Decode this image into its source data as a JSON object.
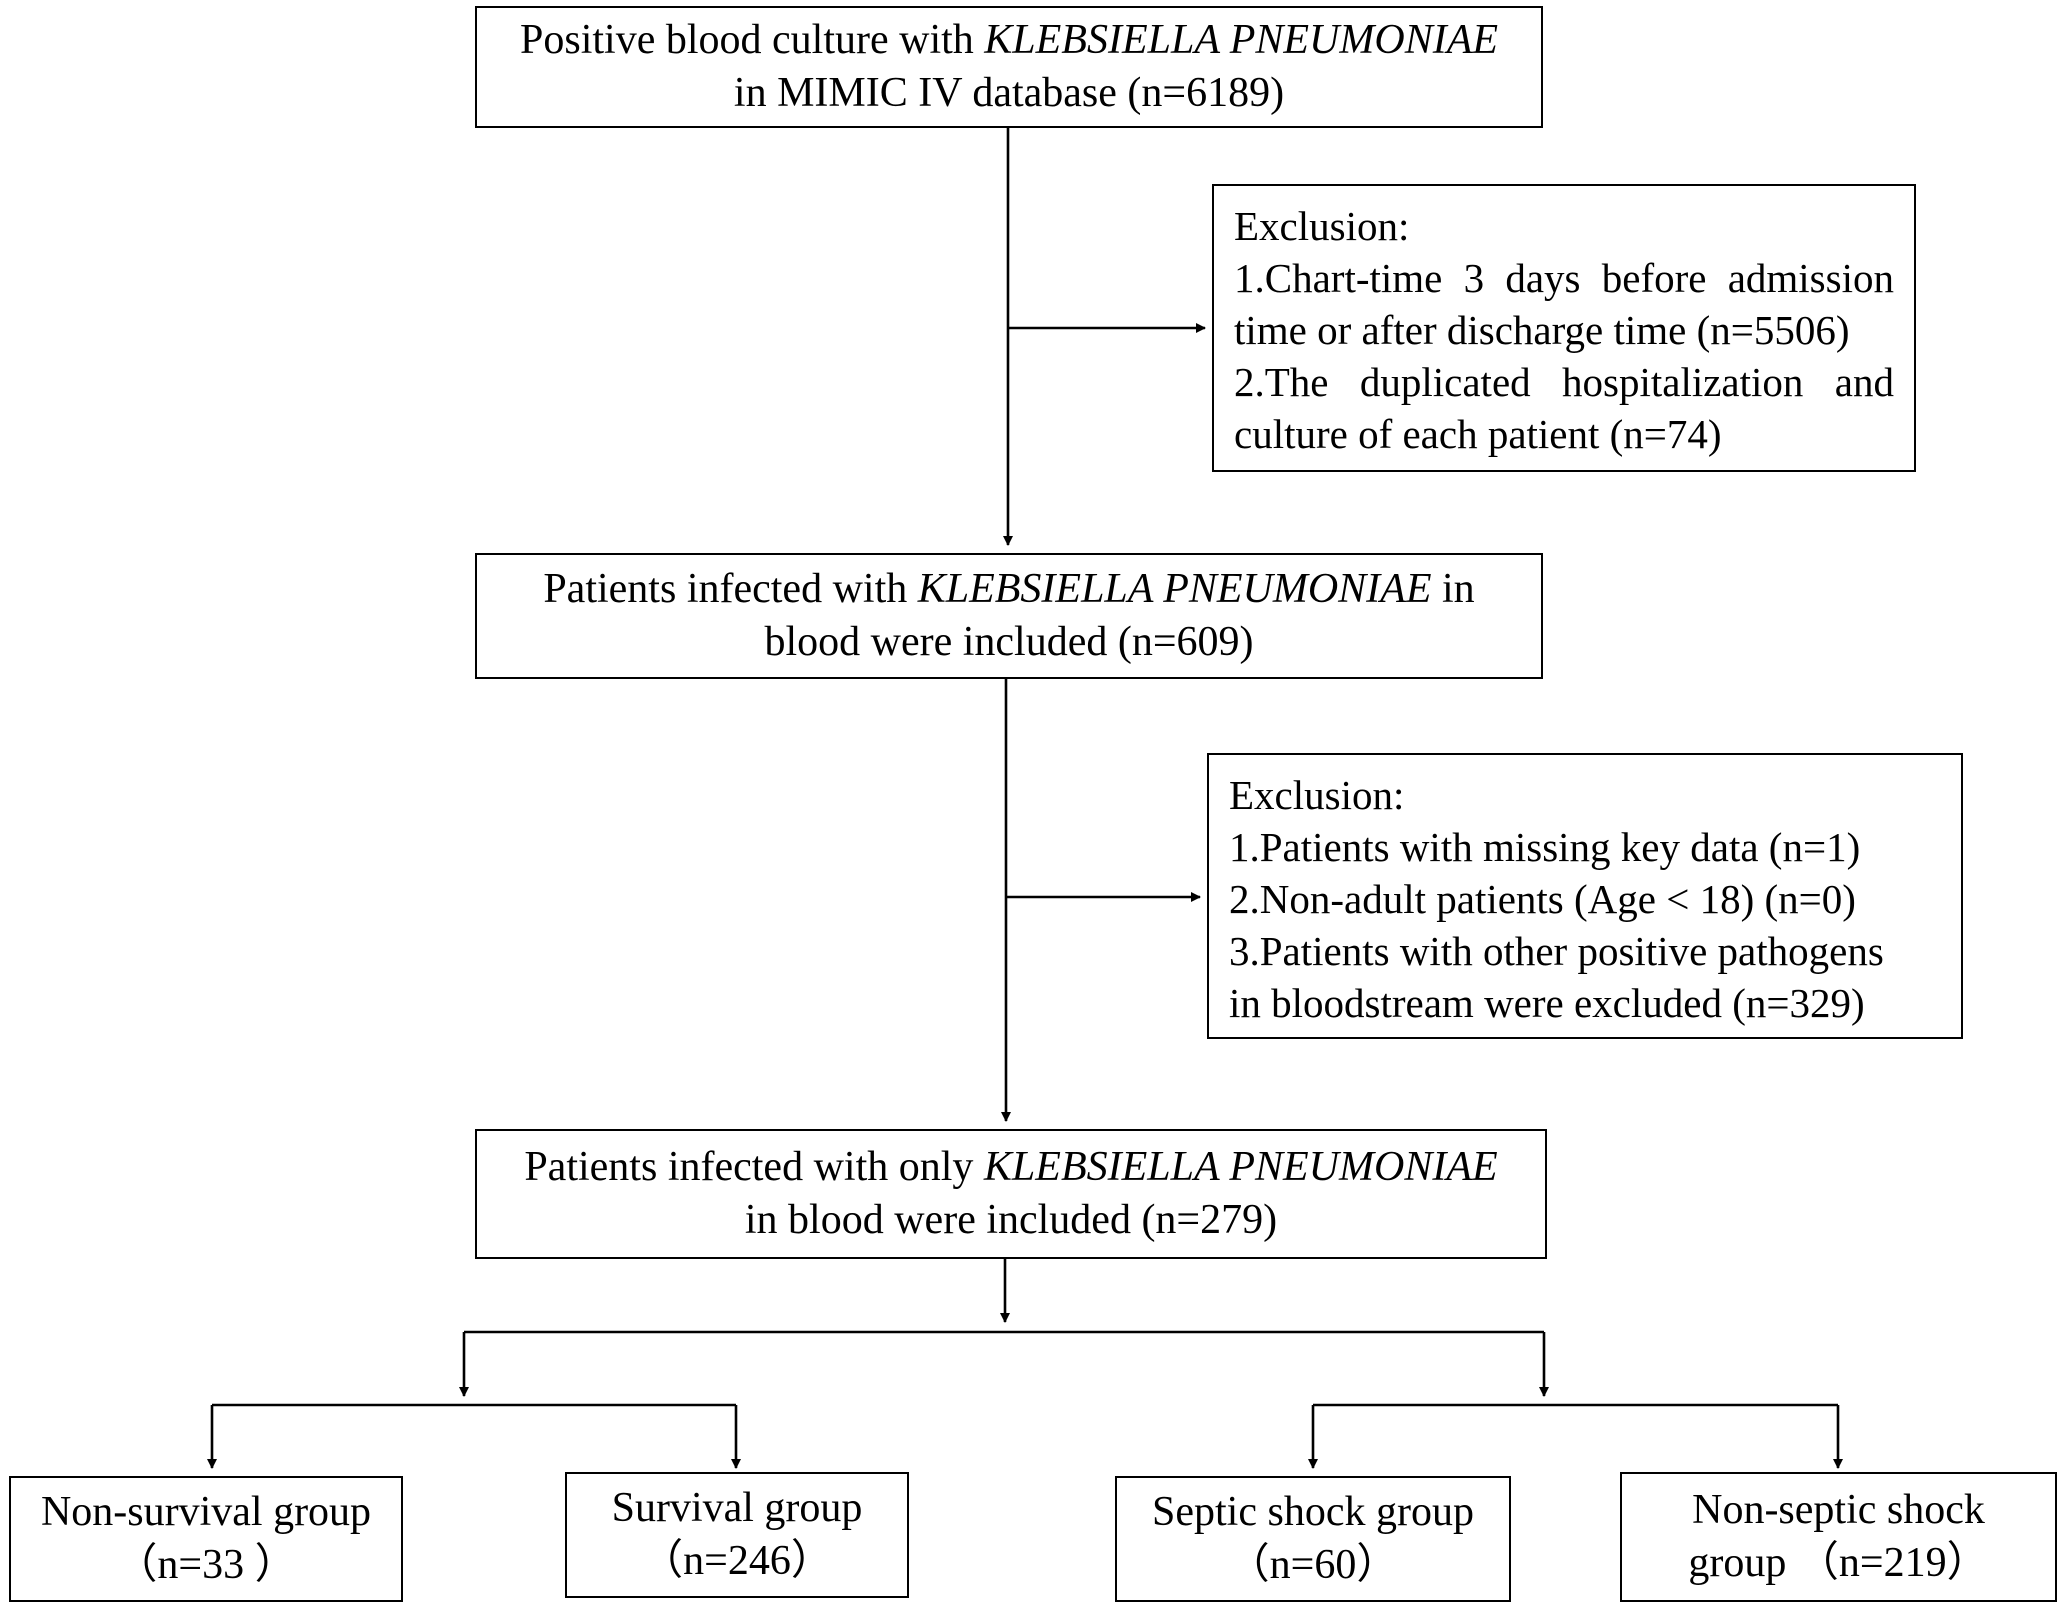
{
  "nodes": {
    "start": {
      "l1a": "Positive blood culture with ",
      "l1b": "KLEBSIELLA PNEUMONIAE",
      "l2": "in MIMIC IV database (n=6189)"
    },
    "excl1": {
      "title": "Exclusion:",
      "items": [
        "1.Chart-time 3 days before admission",
        "time or after discharge time (n=5506)",
        "2.The duplicated hospitalization and",
        "culture of each patient (n=74)"
      ]
    },
    "included1": {
      "l1a": "Patients infected with ",
      "l1b": "KLEBSIELLA PNEUMONIAE",
      "l1c": " in",
      "l2": "blood were included (n=609)"
    },
    "excl2": {
      "title": "Exclusion:",
      "items": [
        "1.Patients with missing key data (n=1)",
        "2.Non-adult patients (Age < 18) (n=0)",
        "3.Patients with other positive pathogens",
        "in bloodstream were excluded (n=329)"
      ]
    },
    "included2": {
      "l1a": "Patients infected with only ",
      "l1b": "KLEBSIELLA PNEUMONIAE",
      "l2": "in blood were included (n=279)"
    },
    "groups": {
      "nonsurvival": {
        "l1": "Non-survival group",
        "l2": "（n=33 ）"
      },
      "survival": {
        "l1": "Survival group",
        "l2": "（n=246）"
      },
      "septic": {
        "l1": "Septic shock group",
        "l2": "（n=60）"
      },
      "nonseptic": {
        "l1": "Non-septic shock",
        "l2": "group （n=219）"
      }
    }
  }
}
